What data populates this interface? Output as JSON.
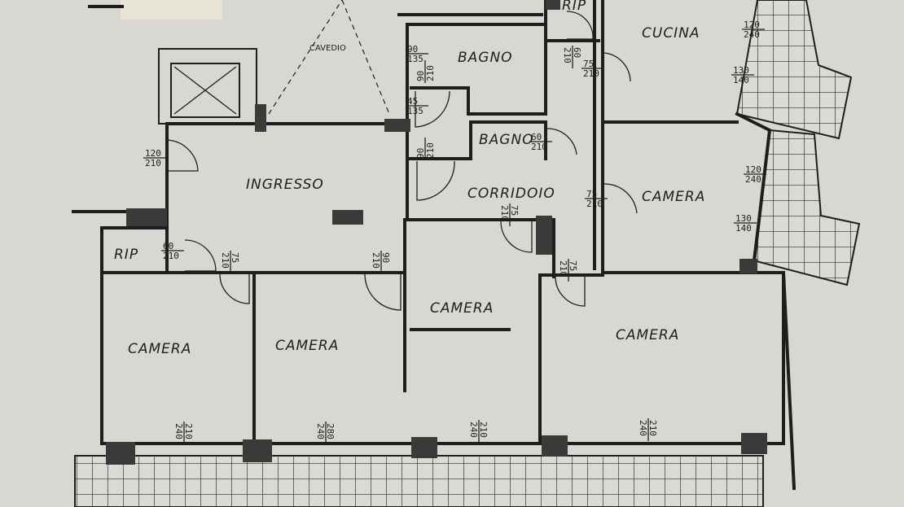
{
  "title": "Floor plan",
  "rooms": {
    "cavedio": "CAVEDIO",
    "bagno_1": "BAGNO",
    "bagno_2": "BAGNO",
    "rip_top": "RIP",
    "cucina": "CUCINA",
    "ingresso": "INGRESSO",
    "corridoio": "CORRIDOIO",
    "camera_right_upper": "CAMERA",
    "rip_left": "RIP",
    "camera_left": "CAMERA",
    "camera_center_left": "CAMERA",
    "camera_center": "CAMERA",
    "camera_right": "CAMERA"
  },
  "dimensions": {
    "bagno_win_1": [
      "90",
      "135"
    ],
    "bagno_door_1": [
      "90",
      "210"
    ],
    "bagno_win_2": [
      "45",
      "135"
    ],
    "bagno_door_2": [
      "90",
      "210"
    ],
    "bagno2_door": [
      "60",
      "210"
    ],
    "rip_top_door": [
      "60",
      "210"
    ],
    "cucina_door": [
      "75",
      "210"
    ],
    "cucina_win_1": [
      "120",
      "240"
    ],
    "cucina_win_2": [
      "130",
      "140"
    ],
    "camera_ru_win_1": [
      "120",
      "240"
    ],
    "camera_ru_win_2": [
      "130",
      "140"
    ],
    "camera_ru_door": [
      "75",
      "210"
    ],
    "ingresso_door": [
      "120",
      "210"
    ],
    "rip_left_door": [
      "60",
      "210"
    ],
    "camera_left_door": [
      "75",
      "210"
    ],
    "camera_cl_door": [
      "90",
      "210"
    ],
    "camera_c_door": [
      "75",
      "210"
    ],
    "camera_r_door": [
      "75",
      "210"
    ],
    "win_bottom_1": [
      "210",
      "240"
    ],
    "win_bottom_2": [
      "280",
      "240"
    ],
    "win_bottom_3": [
      "210",
      "240"
    ],
    "win_bottom_4": [
      "210",
      "240"
    ]
  }
}
